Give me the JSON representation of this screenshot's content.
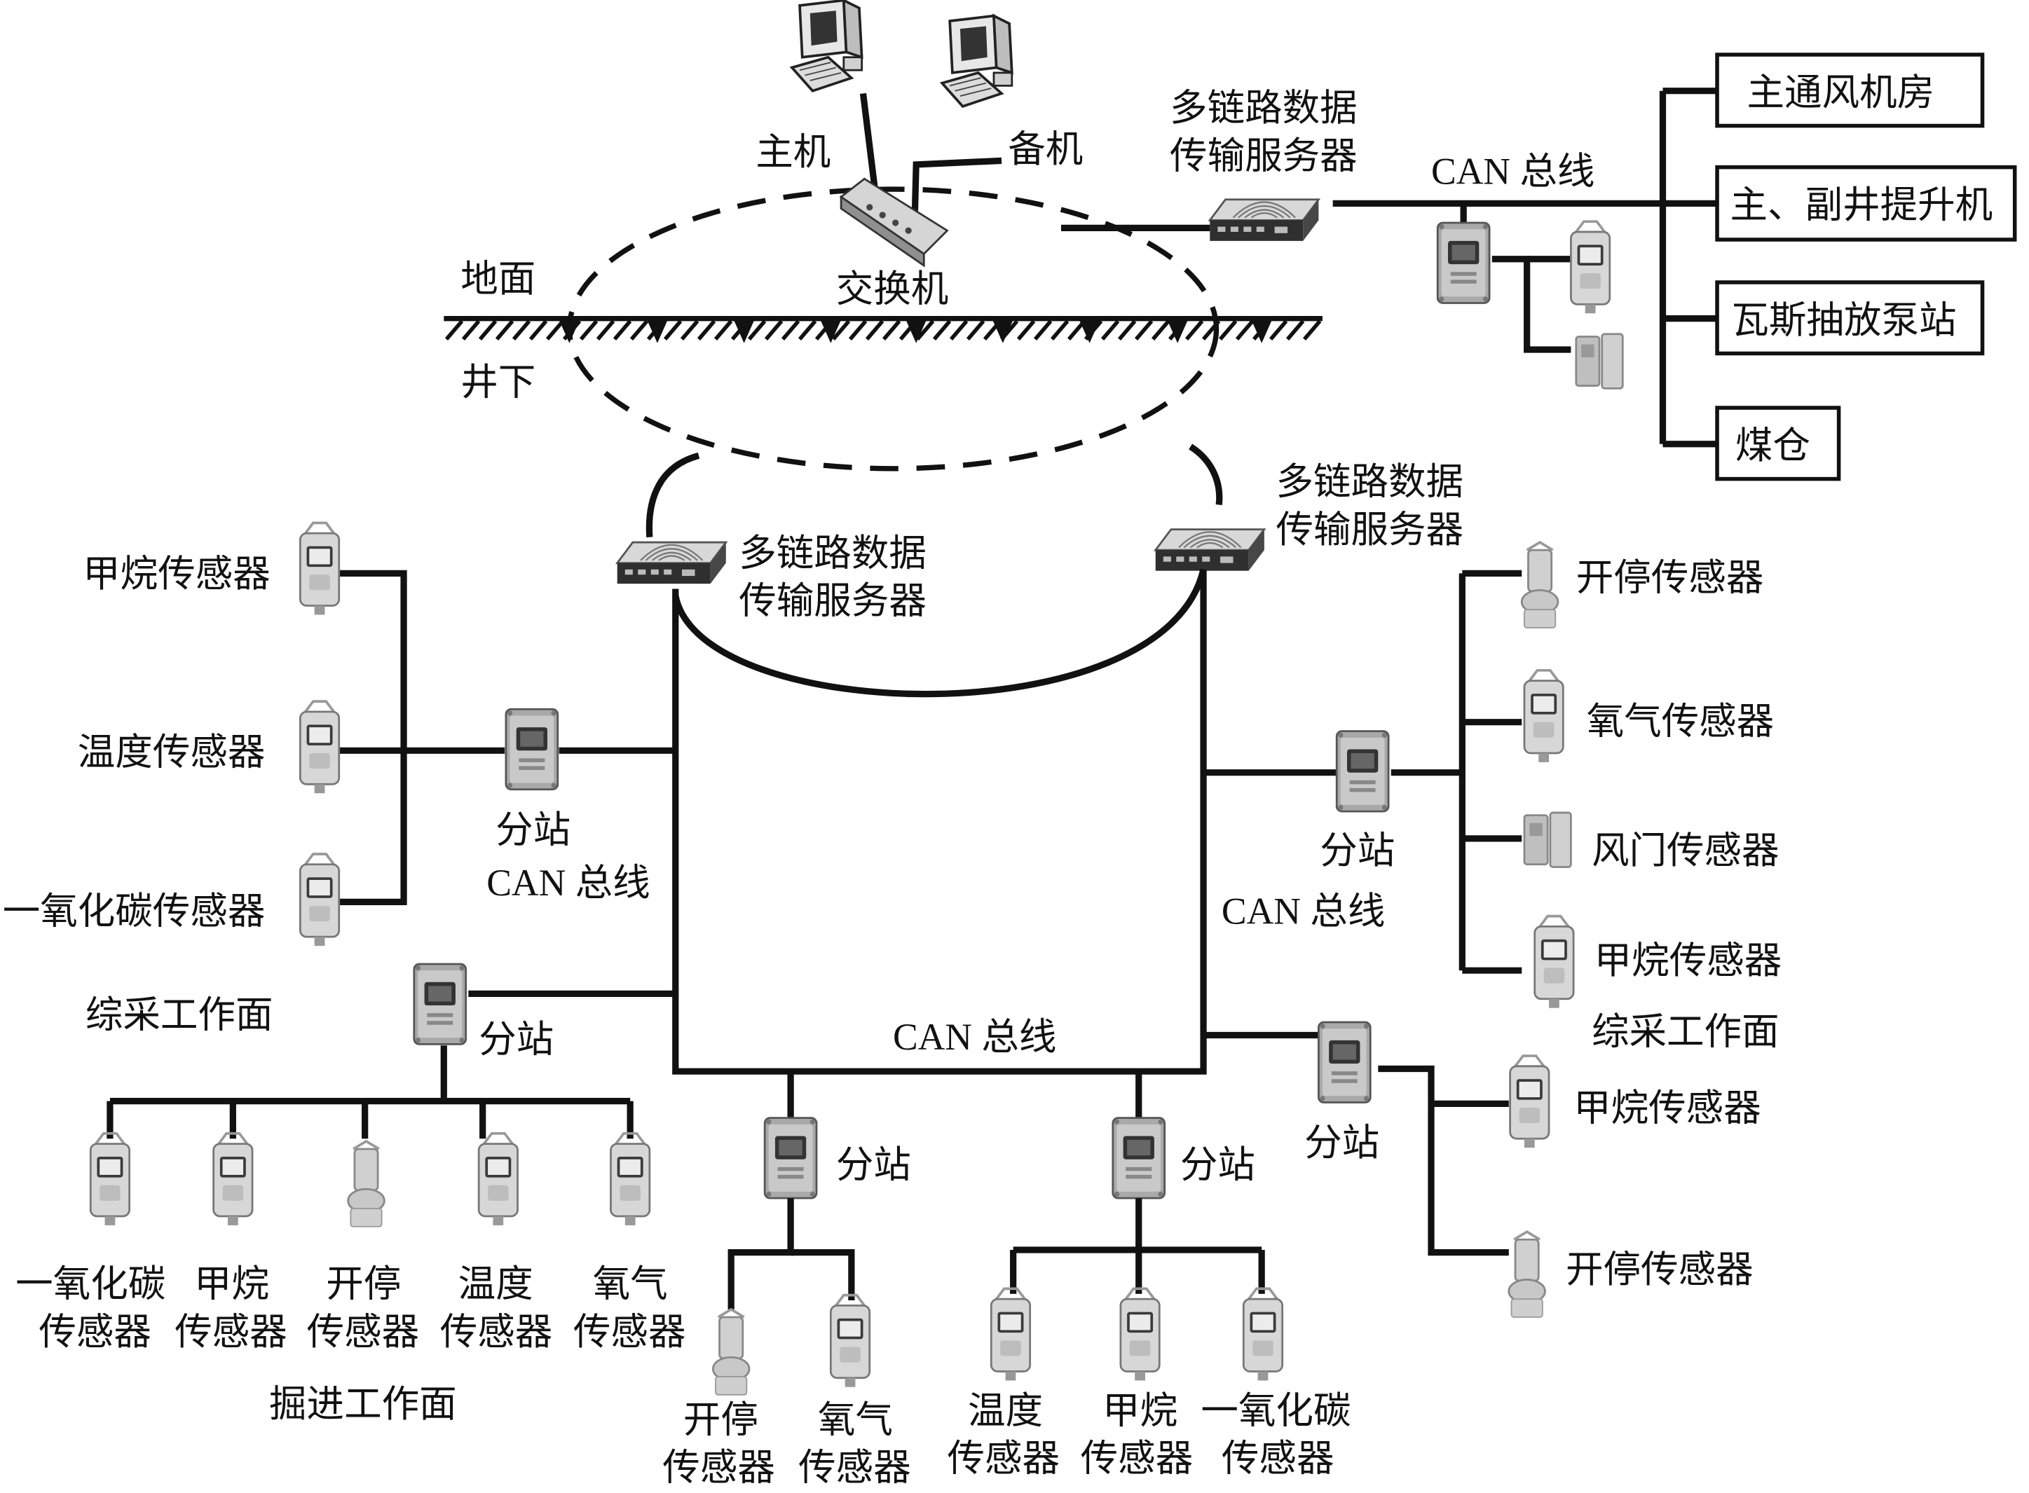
{
  "surface": {
    "host": "主机",
    "backup": "备机",
    "switch": "交换机",
    "ground": "地面",
    "underground": "井下",
    "server_top_l1": "多链路数据",
    "server_top_l2": "传输服务器",
    "can_bus_top": "CAN 总线"
  },
  "surface_targets": [
    "主通风机房",
    "主、副井提升机",
    "瓦斯抽放泵站",
    "煤仓"
  ],
  "servers": {
    "left_l1": "多链路数据",
    "left_l2": "传输服务器",
    "right_l1": "多链路数据",
    "right_l2": "传输服务器"
  },
  "left_group": {
    "sensors": [
      "甲烷传感器",
      "温度传感器",
      "一氧化碳传感器"
    ],
    "substation": "分站",
    "bus": "CAN 总线",
    "area": "综采工作面"
  },
  "right_group": {
    "sensors": [
      "开停传感器",
      "氧气传感器",
      "风门传感器",
      "甲烷传感器"
    ],
    "substation": "分站",
    "bus": "CAN 总线",
    "area": "综采工作面"
  },
  "heading_face": {
    "substation": "分站",
    "sensors": [
      {
        "l1": "一氧化碳",
        "l2": "传感器"
      },
      {
        "l1": "甲烷",
        "l2": "传感器"
      },
      {
        "l1": "开停",
        "l2": "传感器"
      },
      {
        "l1": "温度",
        "l2": "传感器"
      },
      {
        "l1": "氧气",
        "l2": "传感器"
      }
    ],
    "area": "掘进工作面"
  },
  "bottom_bus": "CAN 总线",
  "bottom_mid": {
    "substation": "分站",
    "sensors": [
      {
        "l1": "开停",
        "l2": "传感器"
      },
      {
        "l1": "氧气",
        "l2": "传感器"
      }
    ]
  },
  "bottom_right": {
    "substation": "分站",
    "sensors": [
      {
        "l1": "温度",
        "l2": "传感器"
      },
      {
        "l1": "甲烷",
        "l2": "传感器"
      },
      {
        "l1": "一氧化碳",
        "l2": "传感器"
      }
    ]
  },
  "far_right": {
    "substation": "分站",
    "sensors": [
      "甲烷传感器",
      "开停传感器"
    ]
  }
}
